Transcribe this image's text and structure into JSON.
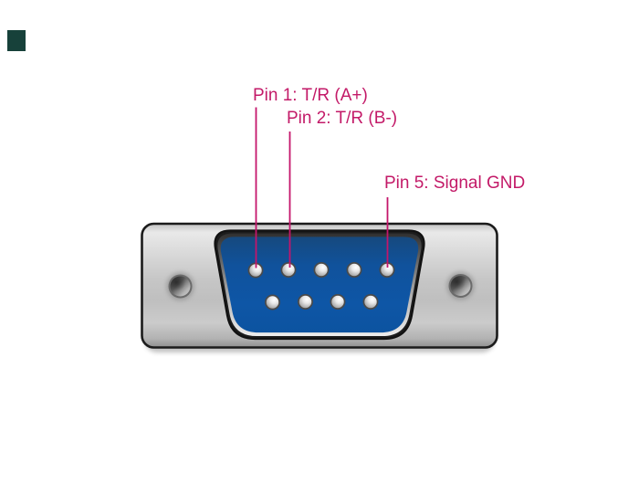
{
  "page": {
    "background": "#ffffff",
    "kind_visible": "connector pinout diagram"
  },
  "brand_mark": {
    "color": "#17413a"
  },
  "annotations": {
    "pin1": "Pin 1: T/R (A+)",
    "pin2": "Pin 2: T/R (B-)",
    "pin5": "Pin 5: Signal GND"
  },
  "connector": {
    "pin_count_top_row": 5,
    "pin_count_bottom_row": 4,
    "screw_holes": 2
  },
  "colors": {
    "annotation_text": "#c31a68",
    "leader_line": "#c4156b",
    "insulator_blue": "#0e56a6",
    "insulator_blue_dark_top": "#16497e",
    "connector_outline": "#1b1b1b",
    "metal_light": "#e8e8e8",
    "metal_mid": "#c6c6c6",
    "metal_dark": "#8f8f8f",
    "pin_metal": "#e9e9e9",
    "screw_metal_dark": "#383838"
  }
}
